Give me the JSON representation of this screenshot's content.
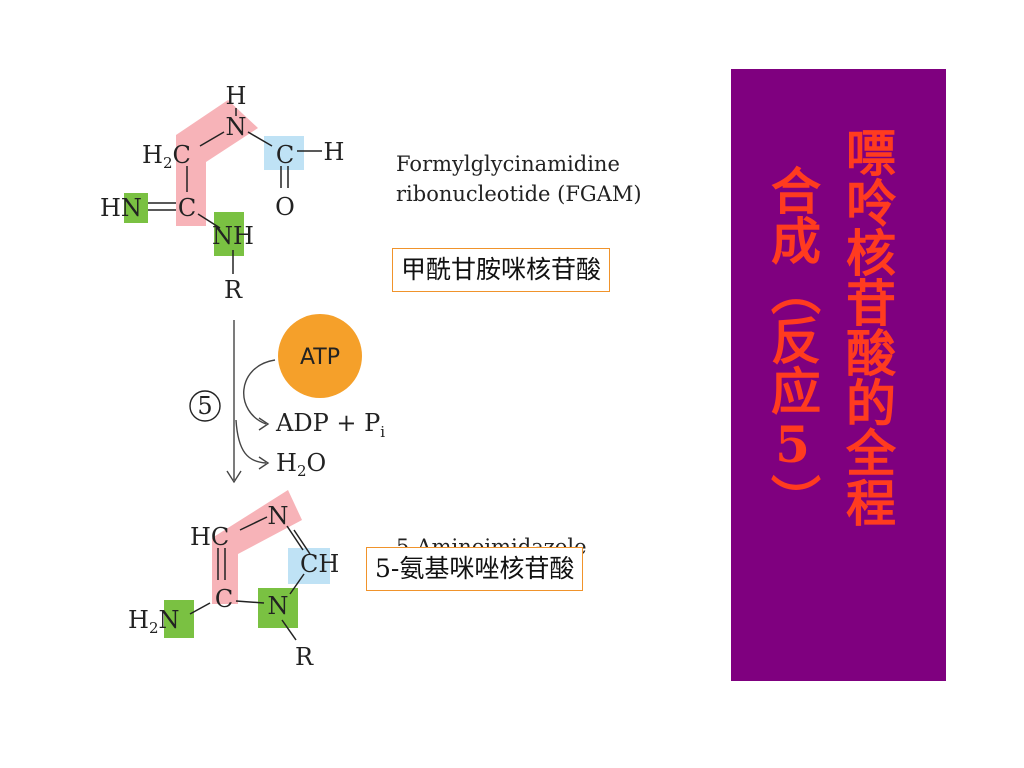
{
  "diagram": {
    "fgam_name_line1": "Formylglycinamidine",
    "fgam_name_line2": "ribonucleotide (FGAM)",
    "fgam_cn_label": "甲酰甘胺咪核苷酸",
    "step_number": "5",
    "atp": "ATP",
    "adp_pi_base": "ADP + P",
    "adp_pi_sub": "i",
    "h2o_h": "H",
    "h2o_sub": "2",
    "h2o_o": "O",
    "air_name_partial": "5-Aminoimidazole",
    "air_cn_label": "5-氨基咪唑核苷酸",
    "atoms": {
      "h": "H",
      "n": "N",
      "c": "C",
      "o": "O",
      "r": "R",
      "nh": "NH",
      "hn": "HN",
      "hc": "HC",
      "ch": "CH",
      "sub2": "2"
    }
  },
  "title": {
    "column_1": "嘌呤核苷酸的全程",
    "column_2": "合成（反应5）"
  },
  "colors": {
    "panel_bg": "#7f007f",
    "title_text": "#ff3b1f",
    "pink_highlight": "#f7b3b8",
    "blue_highlight": "#bfe2f5",
    "green_highlight": "#7ac142",
    "atp_circle": "#f5a02a",
    "label_border": "#f0932b"
  }
}
